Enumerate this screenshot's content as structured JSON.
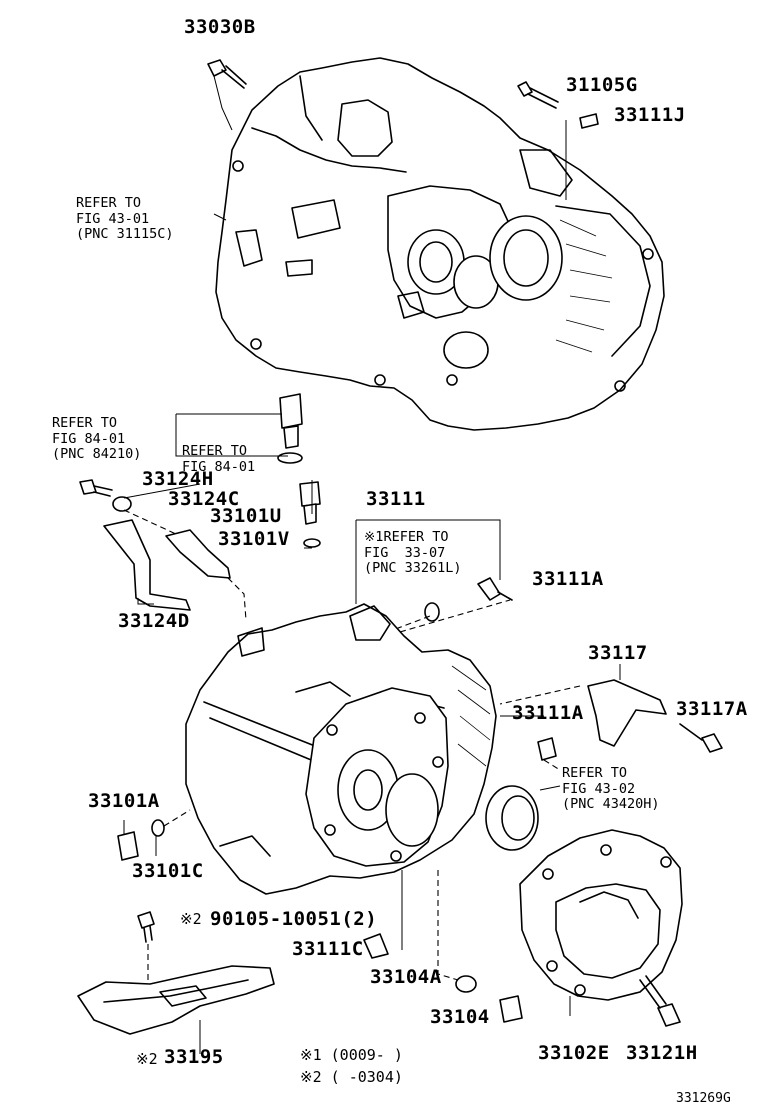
{
  "labels": {
    "p33030B": "33030B",
    "p31105G": "31105G",
    "p33111J": "33111J",
    "ref1": "REFER TO\nFIG 43-01\n(PNC 31115C)",
    "ref2": "REFER TO\nFIG 84-01\n(PNC 84210)",
    "ref3": "REFER TO\nFIG 84-01",
    "p33124H": "33124H",
    "p33124C": "33124C",
    "p33101U": "33101U",
    "p33101V": "33101V",
    "p33111": "33111",
    "ref4": "※1REFER TO\nFIG  33-07\n(PNC 33261L)",
    "p33111A_top": "33111A",
    "p33124D": "33124D",
    "p33117": "33117",
    "p33111A_mid": "33111A",
    "p33117A": "33117A",
    "ref5": "REFER TO\nFIG 43-02\n(PNC 43420H)",
    "p33101A": "33101A",
    "p33101C": "33101C",
    "mark2a": "※2",
    "p90105": "90105-10051(2)",
    "p33111C": "33111C",
    "p33104A": "33104A",
    "p33104": "33104",
    "p33102E": "33102E",
    "p33121H": "33121H",
    "mark2b": "※2",
    "p33195": "33195",
    "foot1": "※1 (0009-     )",
    "foot2": "※2 (      -0304)",
    "figure_id": "331269G"
  }
}
